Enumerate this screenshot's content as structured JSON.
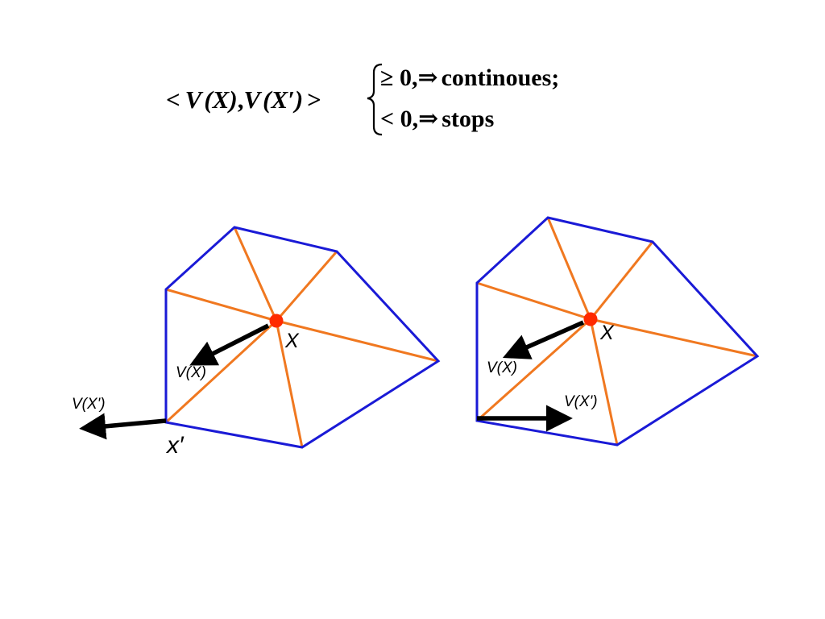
{
  "formula": {
    "lhs_open": "<",
    "lhs_v1": "V",
    "lhs_arg1": "(X)",
    "lhs_sep": ",",
    "lhs_v2": "V",
    "lhs_arg2": "(X′)",
    "lhs_close": ">",
    "case1_condition": "≥ 0,",
    "case1_arrow": "⇒",
    "case1_result": "continoues;",
    "case2_condition": "< 0,",
    "case2_arrow": "⇒",
    "case2_result": "stops"
  },
  "left_figure": {
    "center_label": "X",
    "center_vector_label": "V(X)",
    "vertex_label": "x′",
    "vertex_vector_label": "V(X')"
  },
  "right_figure": {
    "center_label": "X",
    "center_vector_label": "V(X)",
    "vertex_vector_label": "V(X')"
  },
  "colors": {
    "boundary": "#1a1ad6",
    "spoke": "#f07820",
    "center_point": "#ff2a00",
    "vector": "#000000"
  }
}
